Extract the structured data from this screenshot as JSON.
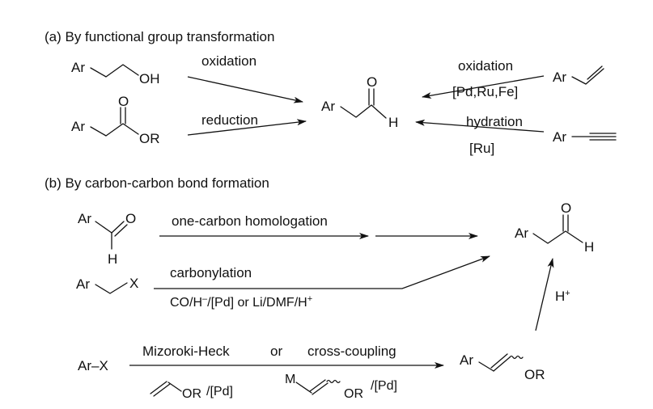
{
  "section_a": {
    "heading": "(a) By functional group transformation",
    "alcohol": {
      "ar": "Ar",
      "oh": "OH"
    },
    "ester": {
      "ar": "Ar",
      "o": "O",
      "or": "OR"
    },
    "alkene": {
      "ar": "Ar"
    },
    "alkyne": {
      "ar": "Ar"
    },
    "product": {
      "ar": "Ar",
      "o": "O",
      "h": "H"
    },
    "arrows": {
      "oxidation_left": "oxidation",
      "reduction": "reduction",
      "oxidation_right": "oxidation",
      "oxidation_right_cat": "[Pd,Ru,Fe]",
      "hydration": "hydration",
      "hydration_cat": "[Ru]"
    }
  },
  "section_b": {
    "heading": "(b) By carbon-carbon bond formation",
    "aldehyde": {
      "ar": "Ar",
      "o": "O",
      "h": "H"
    },
    "halide": {
      "ar": "Ar",
      "x": "X"
    },
    "arx": "Ar–X",
    "enol_ether": {
      "ar": "Ar",
      "or": "OR"
    },
    "product": {
      "ar": "Ar",
      "o": "O",
      "h": "H"
    },
    "arrows": {
      "homologation": "one-carbon homologation",
      "carbonylation": "carbonylation",
      "carbonylation_cond_1": "CO/H",
      "carbonylation_cond_sup": "–",
      "carbonylation_cond_2": "/[Pd] or Li/DMF/H",
      "carbonylation_cond_sup2": "+",
      "heck": "Mizoroki-Heck",
      "or": "or",
      "cross_coupling": "cross-coupling",
      "vinyl_or": "OR",
      "vinyl_cat": "/[Pd]",
      "m": "M",
      "m_or": "OR",
      "m_cat": "/[Pd]",
      "hplus": "H",
      "hplus_sup": "+"
    }
  }
}
